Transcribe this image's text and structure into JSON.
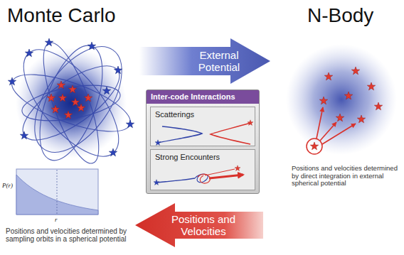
{
  "diagram": {
    "nodes": [
      {
        "text": [
          "Monte Carlo",
          "Positions and velocities determined by sampling orbits in a spherical potential"
        ]
      },
      {
        "text": [
          "P(r)",
          "r"
        ],
        "in": 0
      },
      {
        "text": [
          "External Potential"
        ]
      },
      {
        "text": [
          "Inter-code Interactions"
        ]
      },
      {
        "text": [
          "Scatterings"
        ],
        "in": 3
      },
      {
        "text": [
          "Strong Encounters"
        ],
        "in": 3
      },
      {
        "text": [
          "Positions and Velocities"
        ]
      },
      {
        "text": [
          "N-Body",
          "Positions and velocities determined by direct integration in external spherical potential"
        ]
      }
    ]
  }
}
